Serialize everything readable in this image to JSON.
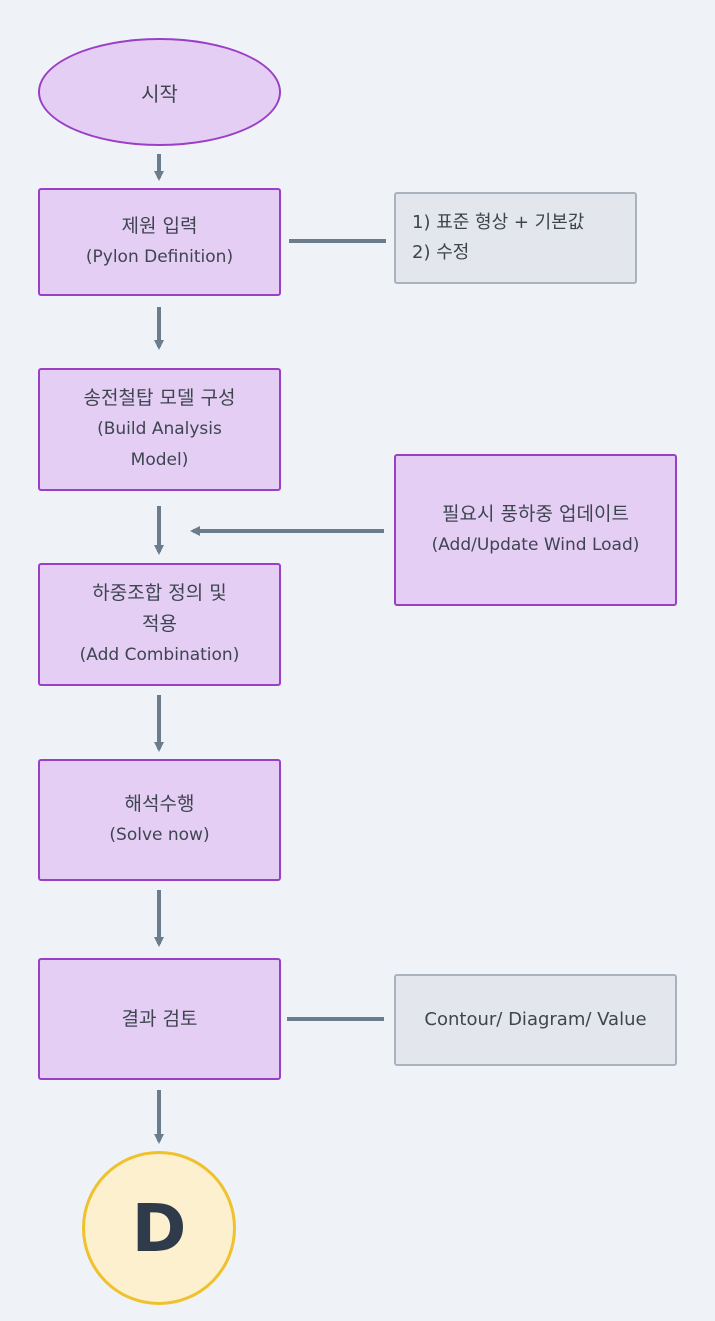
{
  "colors": {
    "background": "#eff2f6",
    "process_fill": "#e4cef3",
    "process_border": "#9b3fc7",
    "note_fill": "#e3e6ec",
    "note_border": "#a9b2bd",
    "terminal_fill": "#fdf0cf",
    "terminal_border": "#efc12d",
    "connector": "#6b7d8c"
  },
  "flow": {
    "start": "시작",
    "pylon_definition": {
      "ko": "제원 입력",
      "en": "(Pylon Definition)"
    },
    "build_model": {
      "ko": "송전철탑 모델 구성",
      "en1": "(Build Analysis",
      "en2": "Model)"
    },
    "add_combination": {
      "ko1": "하중조합 정의 및",
      "ko2": "적용",
      "en": "(Add Combination)"
    },
    "solve": {
      "ko": "해석수행",
      "en": "(Solve now)"
    },
    "review": {
      "ko": "결과 검토"
    },
    "end": "D"
  },
  "side": {
    "definition_options": [
      "1) 표준 형상 + 기본값",
      "2) 수정"
    ],
    "wind_load": {
      "ko": "필요시 풍하중 업데이트",
      "en": "(Add/Update Wind Load)"
    },
    "review_output": "Contour/ Diagram/ Value"
  }
}
